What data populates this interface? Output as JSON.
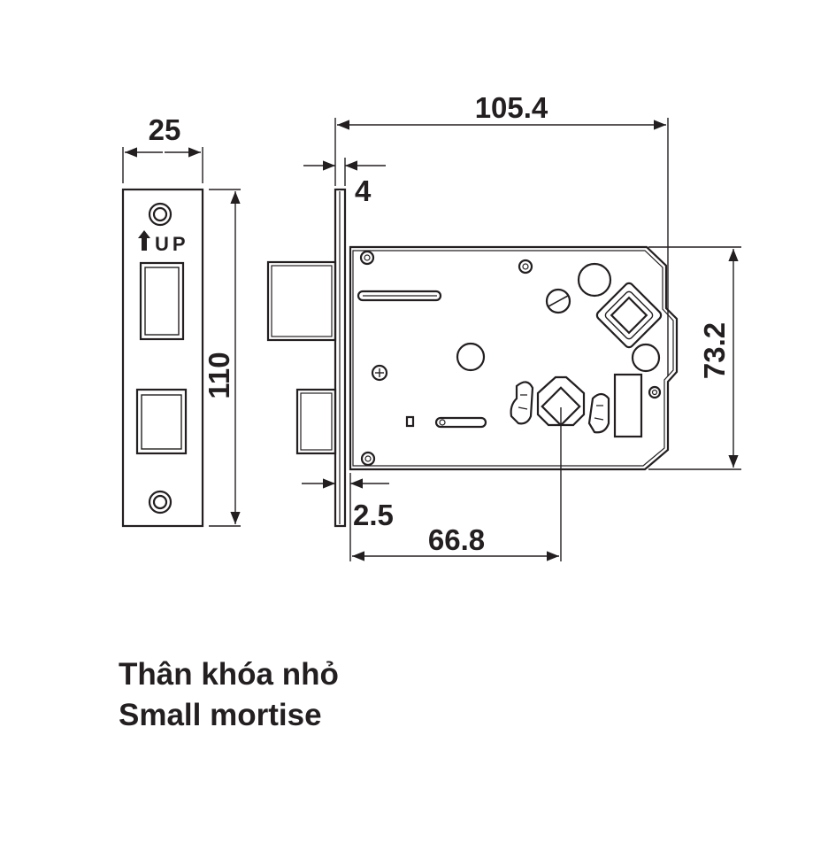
{
  "dimensions": {
    "faceplate_width": "25",
    "faceplate_height": "110",
    "body_depth": "105.4",
    "faceplate_thickness": "4",
    "case_height": "73.2",
    "forend_offset": "2.5",
    "backset": "66.8"
  },
  "faceplate": {
    "up_label": "UP"
  },
  "caption": {
    "vietnamese": "Thân khóa nhỏ",
    "english": "Small mortise"
  },
  "colors": {
    "line": "#231f20",
    "background": "#ffffff"
  }
}
